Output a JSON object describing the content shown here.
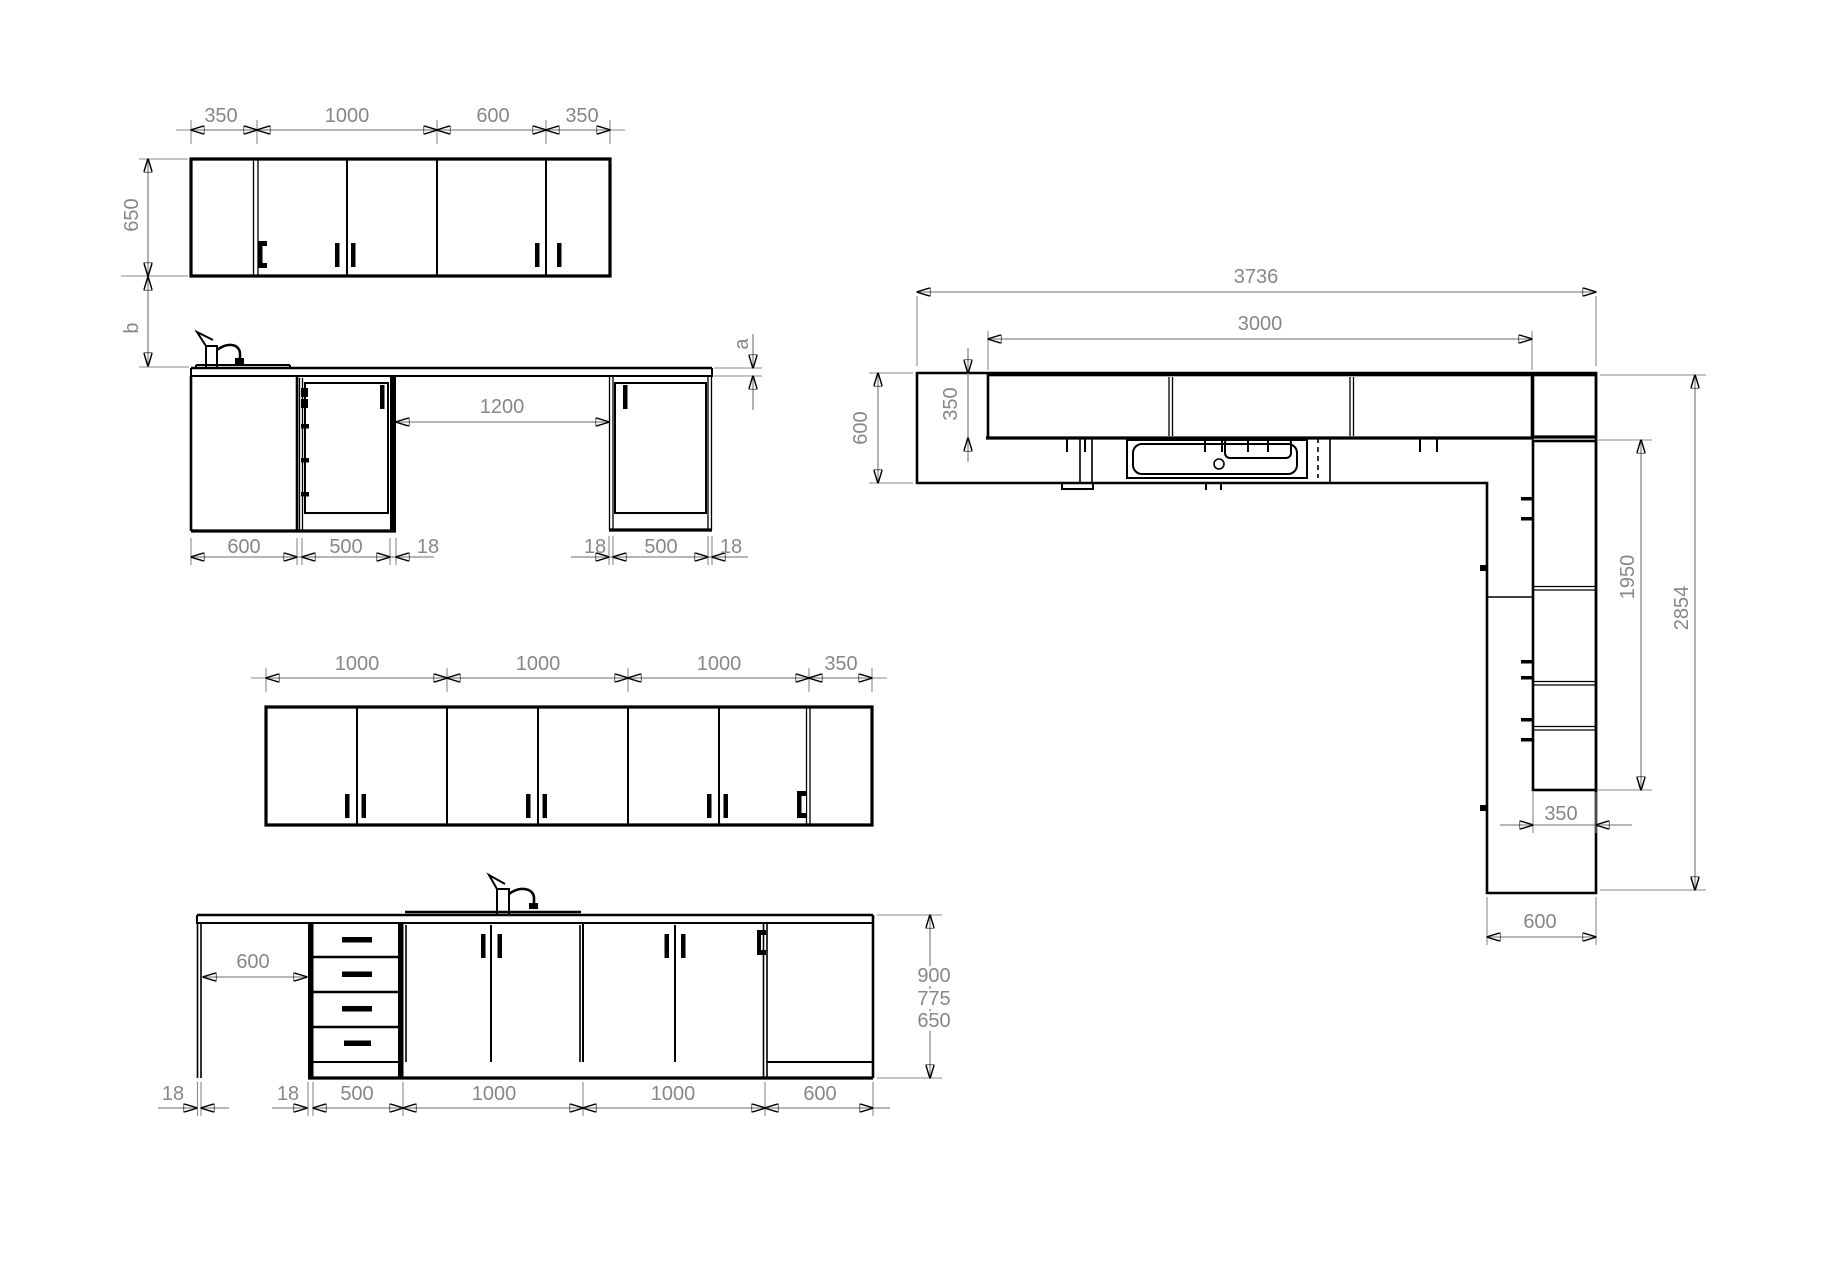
{
  "meta": {
    "drawing_type": "kitchen cabinet technical drawing",
    "units": "mm"
  },
  "colors": {
    "line": "#000000",
    "dimension": "#878787",
    "background": "#ffffff"
  },
  "views": {
    "we_a": {
      "title": "wall-cabinets-elevation-a",
      "top_dims": [
        "350",
        "1000",
        "600",
        "350"
      ],
      "height": "650",
      "gap": "b"
    },
    "be_a": {
      "title": "base-cabinets-elevation-a",
      "opening": "1200",
      "counter": "a",
      "bottom_dims": [
        "600",
        "500",
        "18",
        "18",
        "500",
        "18"
      ]
    },
    "plan": {
      "title": "plan-view",
      "total_w": "3736",
      "wall_run": "3000",
      "depth": "600",
      "wall_depth": "350",
      "right_run": "1950",
      "total_h": "2854",
      "right_wall_depth": "350",
      "right_depth": "600"
    },
    "we_b": {
      "title": "wall-cabinets-elevation-b",
      "top_dims": [
        "1000",
        "1000",
        "1000",
        "350"
      ]
    },
    "be_b": {
      "title": "base-cabinets-elevation-b",
      "opening": "600",
      "bottom_dims": [
        "18",
        "18",
        "500",
        "1000",
        "1000",
        "600"
      ],
      "heights": [
        "900",
        "775",
        "650"
      ]
    }
  }
}
